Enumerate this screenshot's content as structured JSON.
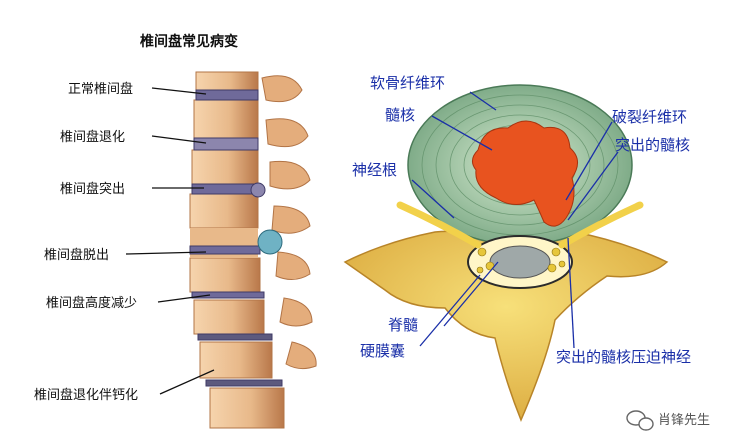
{
  "left_panel": {
    "title": "椎间盘常见病变",
    "labels": [
      "正常椎间盘",
      "椎间盘退化",
      "椎间盘突出",
      "椎间盘脱出",
      "椎间盘高度减少",
      "椎间盘退化伴钙化"
    ]
  },
  "right_panel": {
    "labels": {
      "annulus": "软骨纤维环",
      "nucleus": "髓核",
      "nerve_root": "神经根",
      "ruptured_annulus": "破裂纤维环",
      "protruded_nucleus": "突出的髓核",
      "spinal_cord": "脊髓",
      "dural_sac": "硬膜囊",
      "compression": "突出的髓核压迫神经"
    }
  },
  "watermark": {
    "icon": "wechat-icon",
    "text": "肖锋先生"
  },
  "colors": {
    "bone": "#e8b98a",
    "bone_dark": "#c98a55",
    "disc_purple": "#6f6a9a",
    "annulus_green": "#9fc79a",
    "nucleus_orange": "#e8531f",
    "nerve_yellow": "#f2d14a",
    "label_blue": "#1a2fa8"
  }
}
